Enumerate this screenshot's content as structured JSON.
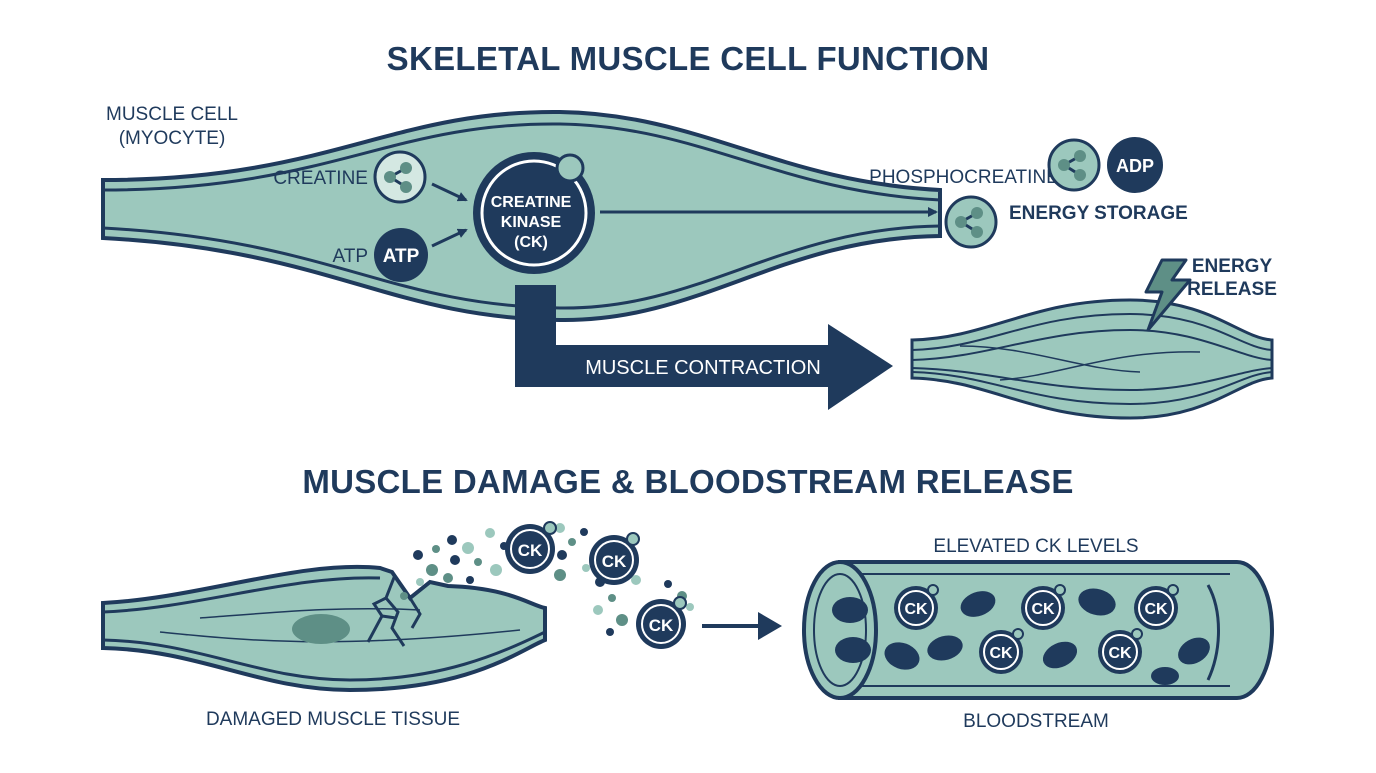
{
  "titles": {
    "top": "SKELETAL MUSCLE CELL FUNCTION",
    "bottom": "MUSCLE DAMAGE & BLOODSTREAM RELEASE"
  },
  "cell": {
    "label_line1": "MUSCLE CELL",
    "label_line2": "(MYOCYTE)",
    "creatine_label": "CREATINE",
    "atp_label": "ATP",
    "atp_circle": "ATP",
    "enzyme_line1": "CREATINE",
    "enzyme_line2": "KINASE",
    "enzyme_line3": "(CK)"
  },
  "outputs": {
    "phosphocreatine": "PHOSPHOCREATINE",
    "adp": "ADP",
    "energy_storage": "ENERGY STORAGE",
    "energy_release_line1": "ENERGY",
    "energy_release_line2": "RELEASE",
    "contraction": "MUSCLE CONTRACTION"
  },
  "damage": {
    "tissue_label": "DAMAGED MUSCLE TISSUE",
    "ck": "CK",
    "elevated": "ELEVATED CK LEVELS",
    "bloodstream": "BLOODSTREAM"
  },
  "colors": {
    "navy": "#1f3a5c",
    "teal_fill": "#9cc8bd",
    "teal_light": "#d4e8e2",
    "white": "#ffffff"
  }
}
